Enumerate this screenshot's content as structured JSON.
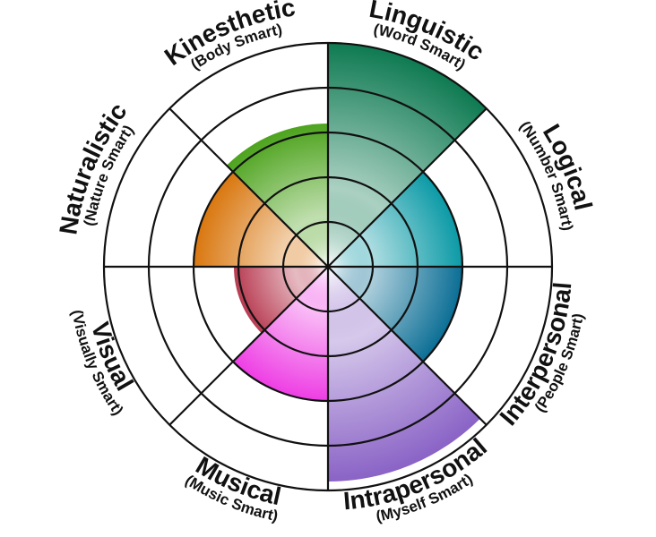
{
  "chart_data": {
    "type": "polar-area",
    "scale_max": 5,
    "rings": 5,
    "grid": true,
    "categories": [
      {
        "name": "Linguistic",
        "sub": "(Word Smart)",
        "value": 5,
        "color": "#0e7a52"
      },
      {
        "name": "Logical",
        "sub": "(Number Smart)",
        "value": 3,
        "color": "#0b9aa6"
      },
      {
        "name": "Interpersonal",
        "sub": "(People Smart)",
        "value": 3,
        "color": "#0b6e95"
      },
      {
        "name": "Intrapersonal",
        "sub": "(Myself Smart)",
        "value": 4.8,
        "color": "#8a63c6"
      },
      {
        "name": "Musical",
        "sub": "(Music Smart)",
        "value": 3,
        "color": "#ee3ee4"
      },
      {
        "name": "Visual",
        "sub": "(Visually Smart)",
        "value": 2.1,
        "color": "#b83c52"
      },
      {
        "name": "Naturalistic",
        "sub": "(Nature Smart)",
        "value": 3,
        "color": "#d9770f"
      },
      {
        "name": "Kinesthetic",
        "sub": "(Body Smart)",
        "value": 3.2,
        "color": "#4da31d"
      }
    ]
  }
}
